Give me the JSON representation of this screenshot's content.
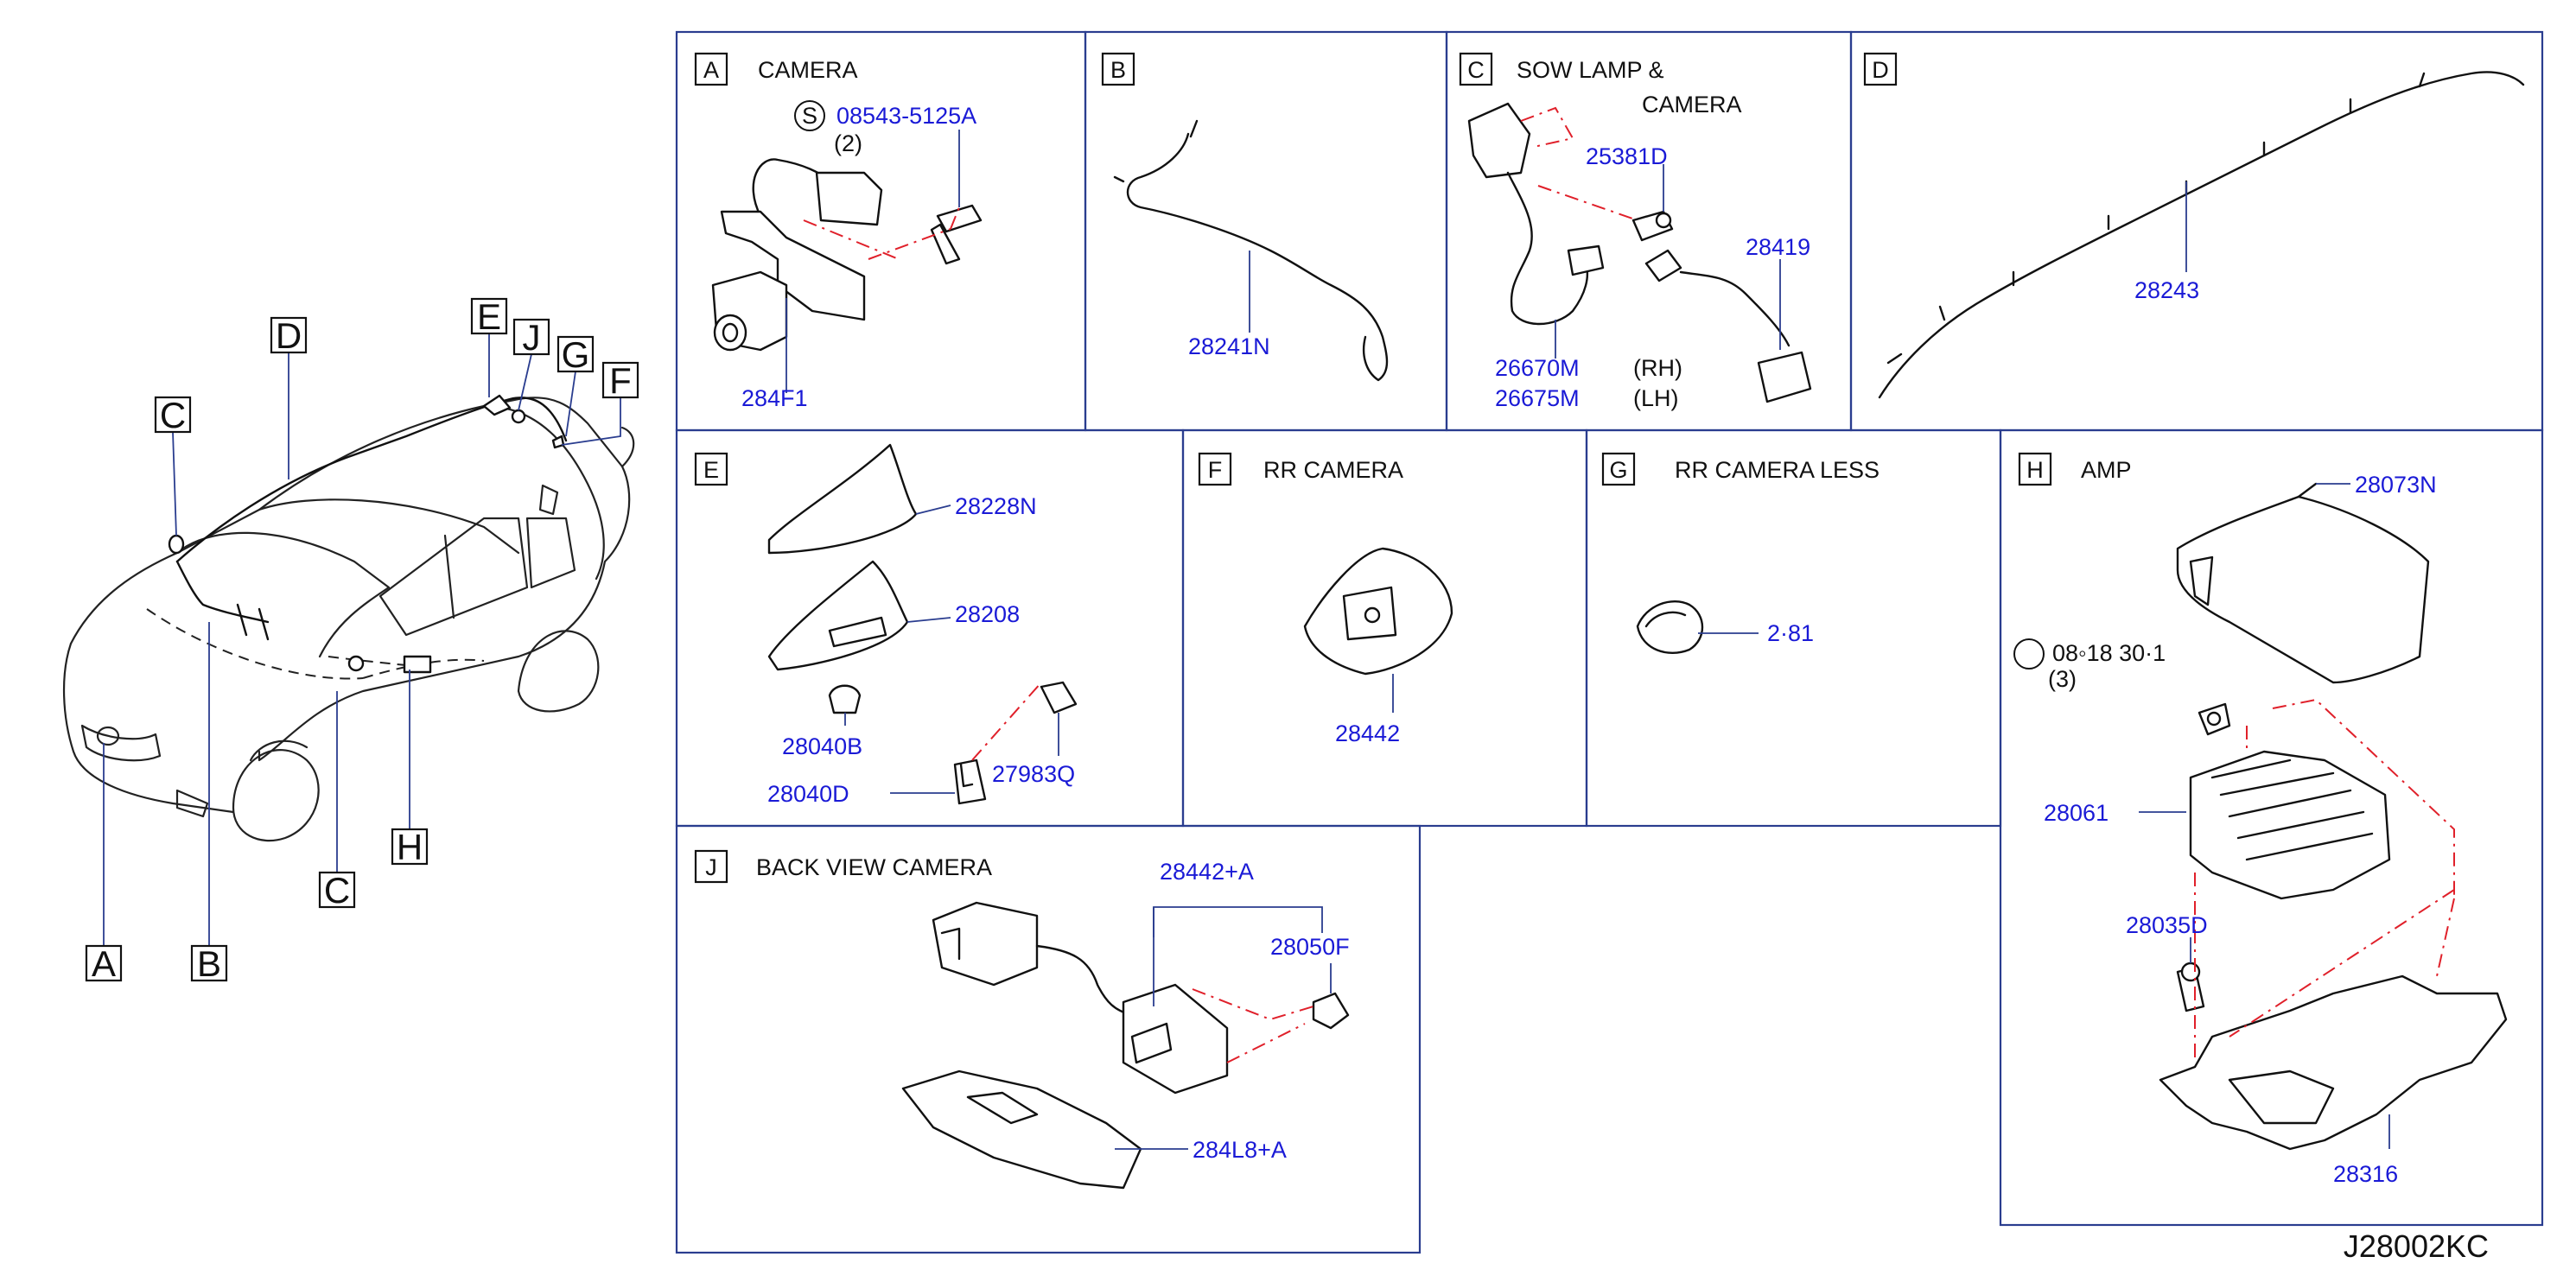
{
  "car_callouts": [
    "A",
    "B",
    "C",
    "C",
    "D",
    "E",
    "J",
    "G",
    "F",
    "H"
  ],
  "panels": {
    "A": {
      "letter": "A",
      "title": "CAMERA",
      "screw_symbol": "S",
      "screw_part": "08543-5125A",
      "screw_qty": "(2)",
      "part": "284F1"
    },
    "B": {
      "letter": "B",
      "part": "28241N"
    },
    "C": {
      "letter": "C",
      "title_line1": "SOW  LAMP  &",
      "title_line2": "CAMERA",
      "part_screw": "25381D",
      "part_connector": "28419",
      "part_rh": "26670M",
      "part_lh": "26675M",
      "rh": "(RH)",
      "lh": "(LH)"
    },
    "D": {
      "letter": "D",
      "part": "28243"
    },
    "E": {
      "letter": "E",
      "part_cover": "28228N",
      "part_antenna": "28208",
      "part_clip": "28040B",
      "part_bolt": "28040D",
      "part_pin": "27983Q"
    },
    "F": {
      "letter": "F",
      "title": "RR  CAMERA",
      "part": "28442"
    },
    "G": {
      "letter": "G",
      "title": "RR  CAMERA  LESS",
      "part": "2·81"
    },
    "H": {
      "letter": "H",
      "title": "AMP",
      "part_cover": "28073N",
      "nut_part": "08◦18  30·1",
      "nut_qty": "(3)",
      "part_amp": "28061",
      "part_bolt": "28035D",
      "part_bracket": "28316"
    },
    "J": {
      "letter": "J",
      "title": "BACK  VIEW  CAMERA",
      "part_assy": "28442+A",
      "part_clip": "28050F",
      "part_finisher": "284L8+A"
    }
  },
  "drawing_code": "J28002KC"
}
